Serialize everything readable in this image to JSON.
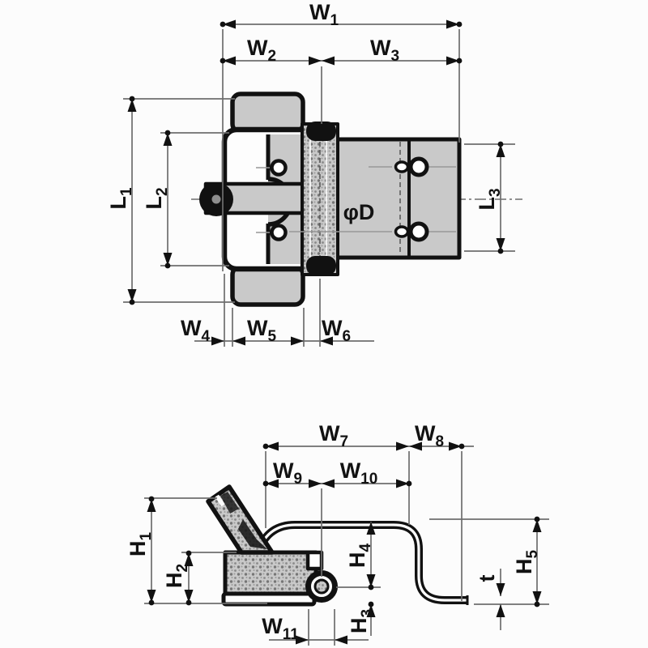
{
  "figure": {
    "type": "technical-dimension-drawing",
    "subject": "spring hinge two-view drawing",
    "colors": {
      "line": "#111111",
      "part_fill": "#c9c9c9",
      "dim_line": "#6e6e6e",
      "background": "#fcfcfc"
    },
    "views": {
      "top_view": {
        "labels": {
          "w1": {
            "text": "W",
            "sub": "1"
          },
          "w2": {
            "text": "W",
            "sub": "2"
          },
          "w3": {
            "text": "W",
            "sub": "3"
          },
          "w4": {
            "text": "W",
            "sub": "4"
          },
          "w5": {
            "text": "W",
            "sub": "5"
          },
          "w6": {
            "text": "W",
            "sub": "6"
          },
          "l1": {
            "text": "L",
            "sub": "1"
          },
          "l2": {
            "text": "L",
            "sub": "2"
          },
          "l3": {
            "text": "L",
            "sub": "3"
          },
          "dia": {
            "text": "φD",
            "sub": ""
          }
        }
      },
      "side_view": {
        "labels": {
          "w7": {
            "text": "W",
            "sub": "7"
          },
          "w8": {
            "text": "W",
            "sub": "8"
          },
          "w9": {
            "text": "W",
            "sub": "9"
          },
          "w10": {
            "text": "W",
            "sub": "10"
          },
          "w11": {
            "text": "W",
            "sub": "11"
          },
          "h1": {
            "text": "H",
            "sub": "1"
          },
          "h2": {
            "text": "H",
            "sub": "2"
          },
          "h3": {
            "text": "H",
            "sub": "3"
          },
          "h4": {
            "text": "H",
            "sub": "4"
          },
          "h5": {
            "text": "H",
            "sub": "5"
          },
          "t": {
            "text": "t",
            "sub": ""
          }
        }
      }
    }
  }
}
